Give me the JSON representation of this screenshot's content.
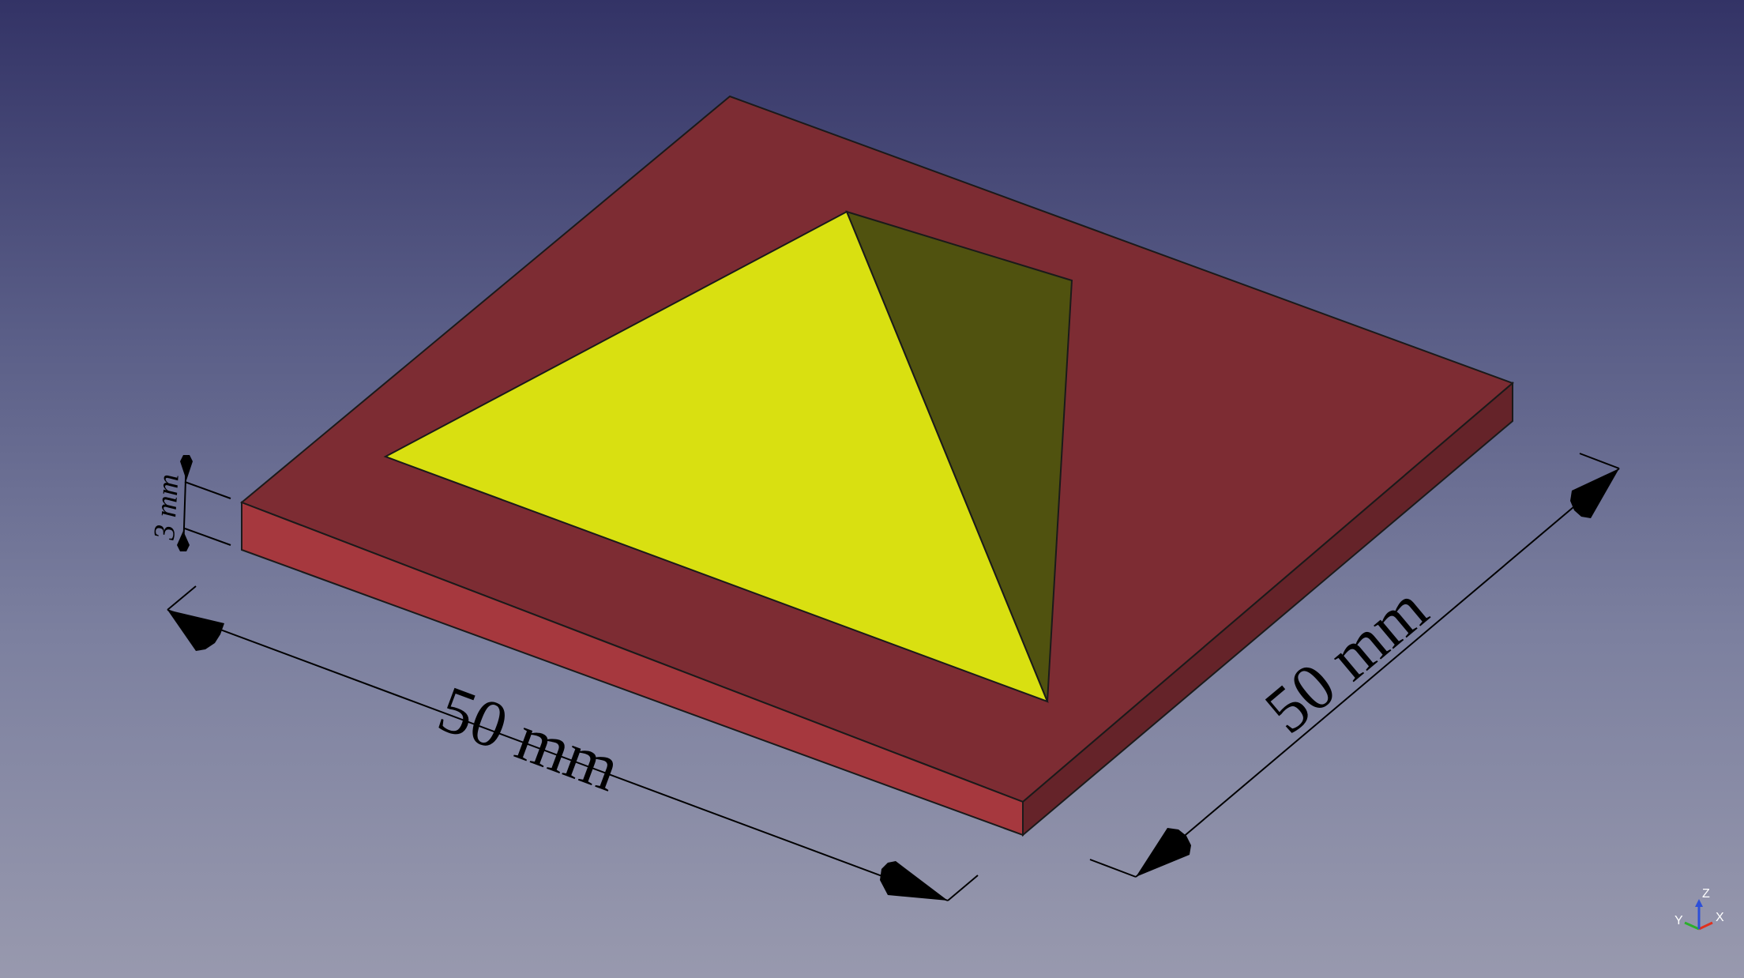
{
  "viewport": {
    "background_top": "#333366",
    "background_bottom": "#9899ae"
  },
  "model": {
    "plate_color_top": "#7d2c33",
    "plate_color_front": "#a6383e",
    "plate_color_right": "#652329",
    "pyramid_lit_face_color": "#d9e011",
    "pyramid_shadow_face_color": "#50520f",
    "edge_color": "#1a1a1a"
  },
  "dimensions": {
    "width_label": "50 mm",
    "depth_label": "50 mm",
    "thickness_label": "3 mm"
  },
  "axis_indicator": {
    "z_label": "Z",
    "y_label": "Y",
    "x_label": "X",
    "x_color": "#e0301e",
    "y_color": "#2bb02b",
    "z_color": "#2d4fd8"
  }
}
